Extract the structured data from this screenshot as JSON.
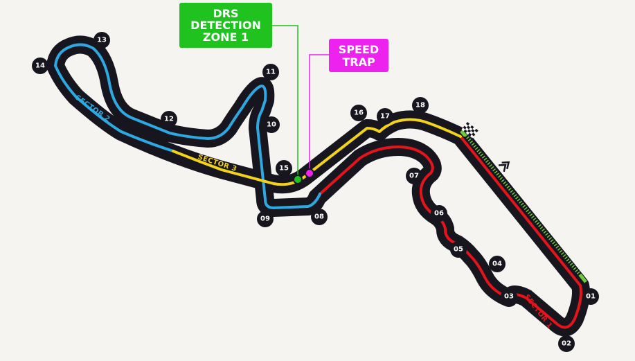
{
  "callouts": {
    "drs": {
      "lines": [
        "DRS",
        "DETECTION",
        "ZONE 1"
      ],
      "color": "#1fc21f"
    },
    "speed_trap": {
      "lines": [
        "SPEED",
        "TRAP"
      ],
      "color": "#ee22ee"
    }
  },
  "sectors": [
    {
      "label": "SECTOR 1",
      "color": "#e4141b"
    },
    {
      "label": "SECTOR 2",
      "color": "#2ea8e0"
    },
    {
      "label": "SECTOR 3",
      "color": "#f2d21a"
    }
  ],
  "turns": [
    "01",
    "02",
    "03",
    "04",
    "05",
    "06",
    "07",
    "08",
    "09",
    "10",
    "11",
    "12",
    "13",
    "14",
    "15",
    "16",
    "17",
    "18"
  ],
  "colors": {
    "track": "#17161e",
    "background": "#f5f4f0",
    "start_line": "#6bcb3c",
    "marker": "#17161e"
  },
  "icons": {
    "finish": "checkered-flag-icon",
    "direction": "chevron-direction-icon"
  }
}
